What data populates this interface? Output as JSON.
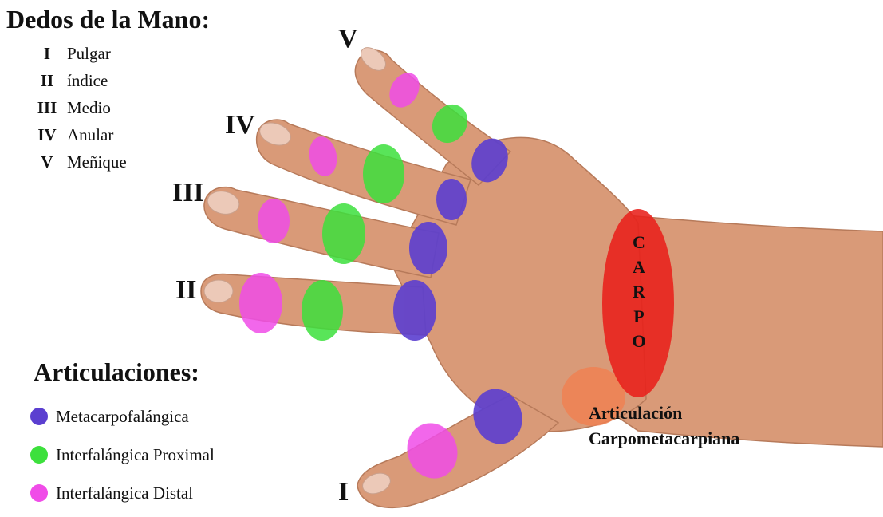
{
  "title": "Dedos de la Mano:",
  "fingers": [
    {
      "num": "I",
      "name": "Pulgar"
    },
    {
      "num": "II",
      "name": "índice"
    },
    {
      "num": "III",
      "name": "Medio"
    },
    {
      "num": "IV",
      "name": "Anular"
    },
    {
      "num": "V",
      "name": "Meñique"
    }
  ],
  "finger_labels": {
    "I": "I",
    "II": "II",
    "III": "III",
    "IV": "IV",
    "V": "V"
  },
  "legend_title": "Articulaciones:",
  "legend": [
    {
      "label": "Metacarpofalángica",
      "color": "#5b3fd0"
    },
    {
      "label": "Interfalángica Proximal",
      "color": "#3ce03c"
    },
    {
      "label": "Interfalángica Distal",
      "color": "#f04ce8"
    }
  ],
  "carpo_letters": [
    "C",
    "A",
    "R",
    "P",
    "O"
  ],
  "carpo_color": "#e8201a",
  "cmc_color": "#f08050",
  "cmc_label": [
    "Articulación",
    "Carpometacarpiana"
  ],
  "skin_color": "#d99a78"
}
